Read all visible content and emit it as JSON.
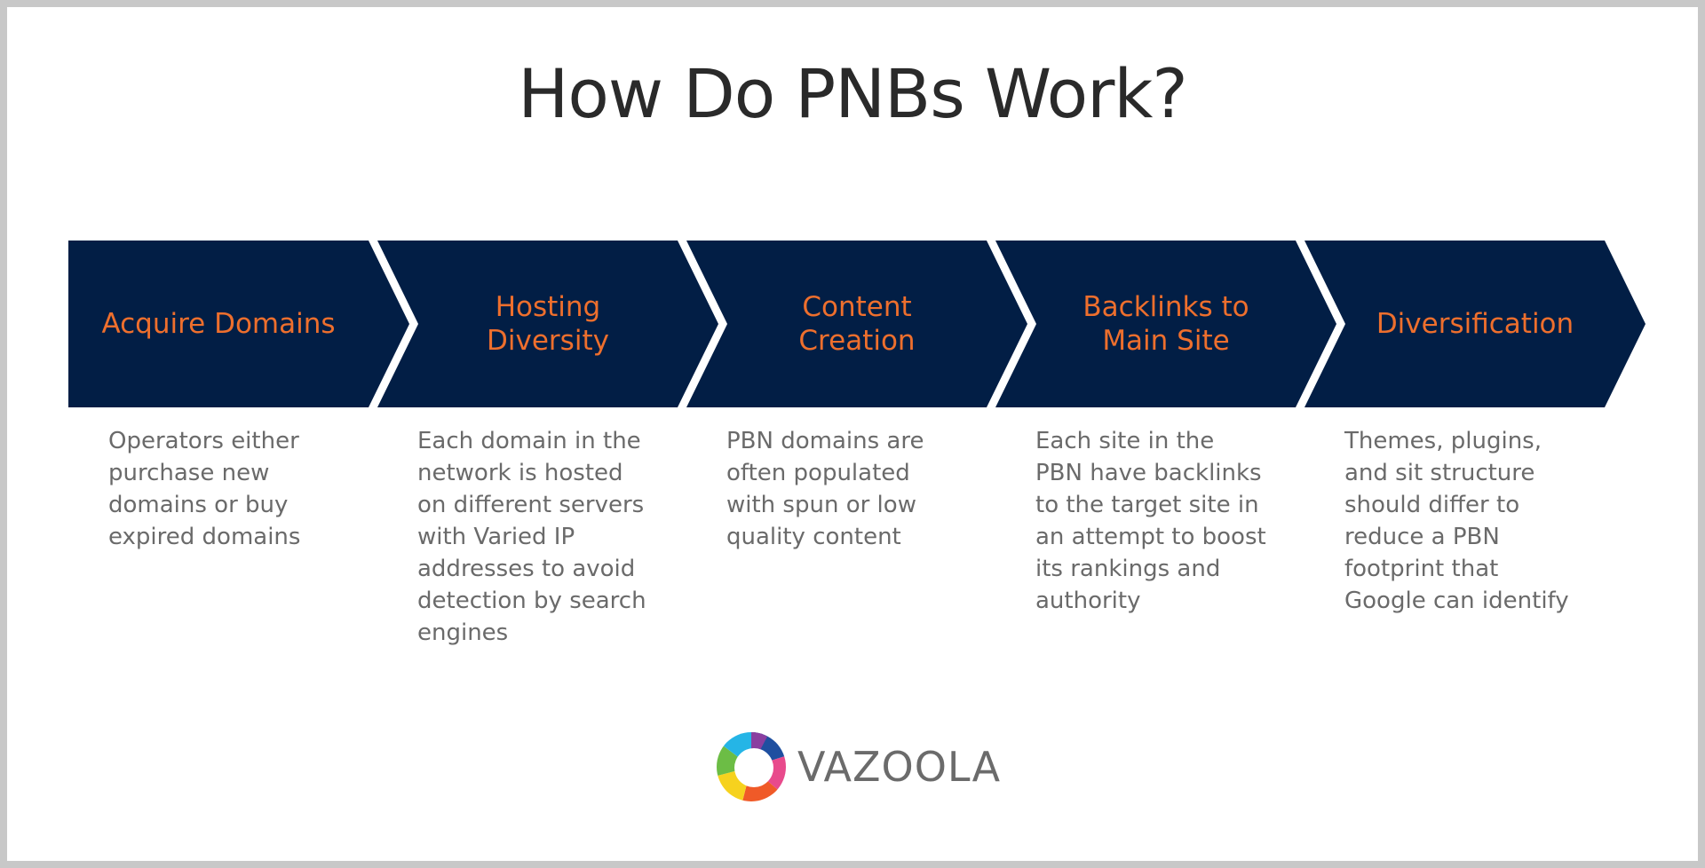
{
  "title": "How Do PNBs Work?",
  "steps": [
    {
      "label": "Acquire Domains",
      "description": "Operators either\npurchase new\ndomains or buy\nexpired domains"
    },
    {
      "label": "Hosting\nDiversity",
      "description": "Each domain in the\nnetwork is hosted\non different servers\nwith Varied IP\naddresses to avoid\ndetection by search\nengines"
    },
    {
      "label": "Content\nCreation",
      "description": "PBN domains are\noften populated\nwith spun or low\nquality content"
    },
    {
      "label": "Backlinks to\nMain Site",
      "description": "Each site in the\nPBN have backlinks\nto the target site in\nan attempt to boost\nits rankings and\nauthority"
    },
    {
      "label": "Diversification",
      "description": "Themes, plugins,\nand sit structure\nshould differ to\nreduce a PBN\nfootprint that\nGoogle can identify"
    }
  ],
  "logo": {
    "text": "VAZOOLA"
  },
  "colors": {
    "chevron_fill": "#021e45",
    "label_color": "#ee6f2d",
    "description_color": "#6a6a6a",
    "title_color": "#2a2a2a",
    "border_color": "#c8c8c8"
  }
}
